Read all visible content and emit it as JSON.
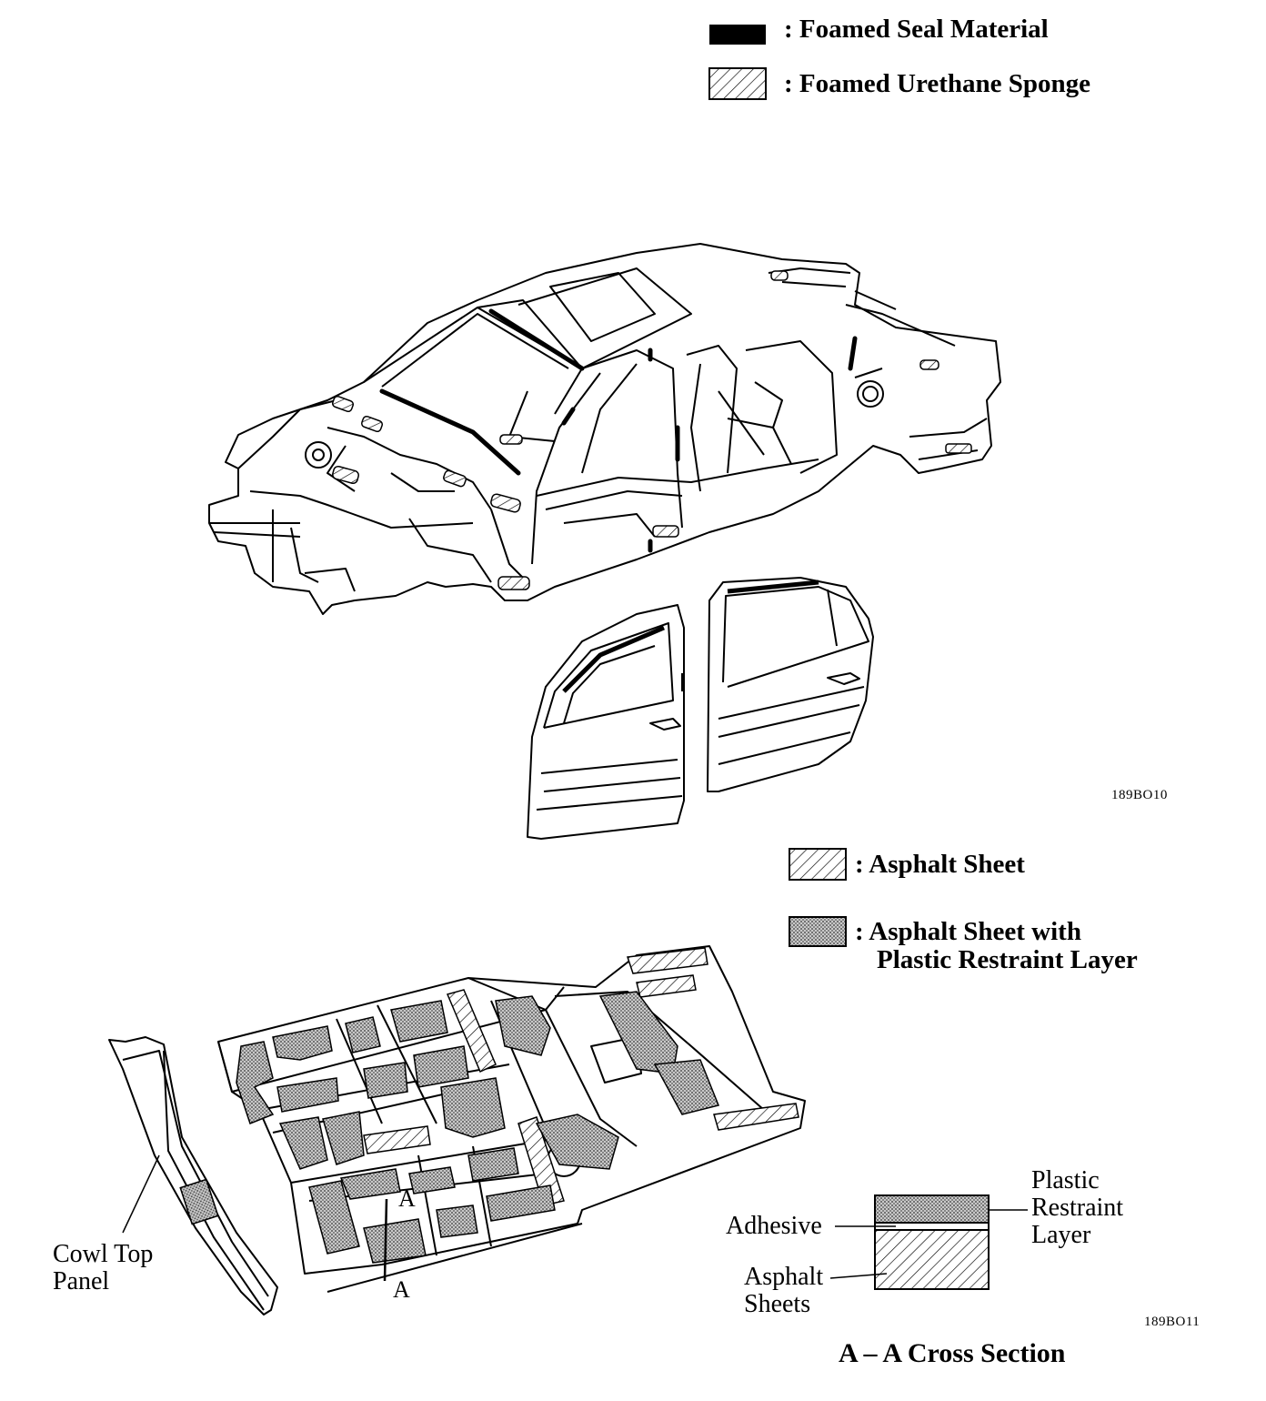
{
  "legend_top": [
    {
      "text": ":  Foamed Seal Material",
      "swatch": "solid"
    },
    {
      "text": ":  Foamed Urethane Sponge",
      "swatch": "hatch"
    }
  ],
  "legend_bottom": [
    {
      "text": ":  Asphalt Sheet",
      "swatch": "hatch"
    },
    {
      "line1": ":  Asphalt Sheet with",
      "line2": "Plastic Restraint Layer",
      "swatch": "dots"
    }
  ],
  "figure_ids": {
    "body": "189BO10",
    "floor": "189BO11"
  },
  "labels": {
    "cowl_line1": "Cowl Top",
    "cowl_line2": "Panel",
    "section_mark": "A",
    "adhesive": "Adhesive",
    "asphalt_line1": "Asphalt",
    "asphalt_line2": "Sheets",
    "plastic_line1": "Plastic",
    "plastic_line2": "Restraint",
    "plastic_line3": "Layer"
  },
  "cross_section_title": "A – A Cross Section"
}
